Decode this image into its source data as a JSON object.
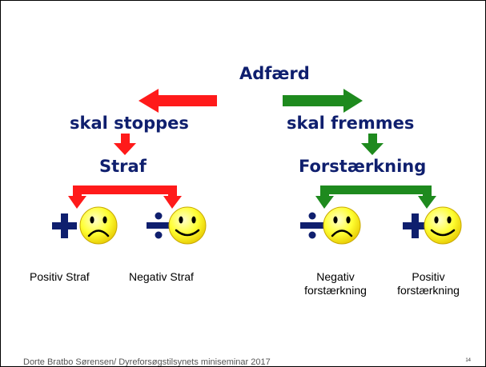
{
  "nodes": {
    "root": "Adfærd",
    "left_branch": "skal stoppes",
    "right_branch": "skal fremmes",
    "left_category": "Straf",
    "right_category": "Forstærkning"
  },
  "leaves": {
    "positiv_straf": "Positiv Straf",
    "negativ_straf": "Negativ Straf",
    "negativ_forst_1": "Negativ",
    "negativ_forst_2": "forstærkning",
    "positiv_forst_1": "Positiv",
    "positiv_forst_2": "forstærkning"
  },
  "colors": {
    "title": "#0f1f6e",
    "left_arrows": "#ff1a1a",
    "right_arrows": "#1e8a1e",
    "sign": "#0f1f6e",
    "face": "#ffff33"
  },
  "icons": [
    "plus-icon",
    "divide-icon",
    "sad-face-icon",
    "happy-face-icon"
  ],
  "footer": {
    "text": "Dorte Bratbo Sørensen/ Dyreforsøgstilsynets miniseminar 2017",
    "page_number": "14"
  }
}
